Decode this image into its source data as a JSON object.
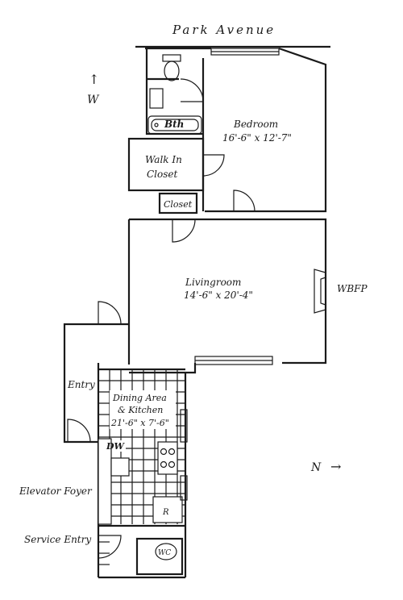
{
  "street": "Park Avenue",
  "compass": {
    "west_label": "W",
    "west_arrow": "↑",
    "north_label": "N",
    "north_arrow": "→"
  },
  "rooms": {
    "bath": "Bth",
    "bedroom_name": "Bedroom",
    "bedroom_size": "16'-6\" x 12'-7\"",
    "walkin_line1": "Walk In",
    "walkin_line2": "Closet",
    "closet": "Closet",
    "living_name": "Livingroom",
    "living_size": "14'-6\" x 20'-4\"",
    "fireplace": "WBFP",
    "entry": "Entry",
    "dining_line1": "Dining Area",
    "dining_line2": "& Kitchen",
    "dining_size": "21'-6\" x 7'-6\"",
    "dw": "DW",
    "refrigerator": "R",
    "elevator_foyer": "Elevator Foyer",
    "service_entry": "Service Entry",
    "wc": "WC"
  }
}
